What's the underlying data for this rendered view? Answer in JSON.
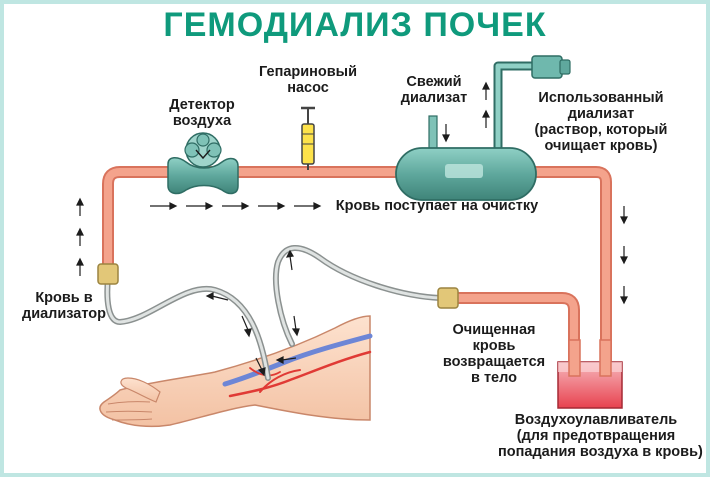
{
  "title": "ГЕМОДИАЛИЗ ПОЧЕК",
  "labels": {
    "air_detector": [
      "Детектор",
      "воздуха"
    ],
    "heparin_pump": [
      "Гепариновый",
      "насос"
    ],
    "fresh_dialysate": [
      "Свежий",
      "диализат"
    ],
    "used_dialysate": [
      "Использованный",
      "диализат",
      "(раствор, который",
      "очищает кровь)"
    ],
    "blood_to_cleaning": [
      "Кровь поступает на очистку"
    ],
    "blood_to_dialyzer": [
      "Кровь в",
      "диализатор"
    ],
    "cleaned_blood_return": [
      "Очищенная",
      "кровь",
      "возвращается",
      "в тело"
    ],
    "air_trap": [
      "Воздухоулавливатель",
      "(для предотвращения",
      "попадания воздуха в кровь)"
    ]
  },
  "colors": {
    "title": "#0f9a7c",
    "tube_fill": "#f4a38c",
    "tube_edge": "#d9735c",
    "dialyzer": "#6fb8ad",
    "trap_blood": "#e8424f",
    "frame": "#bfe6e2"
  }
}
